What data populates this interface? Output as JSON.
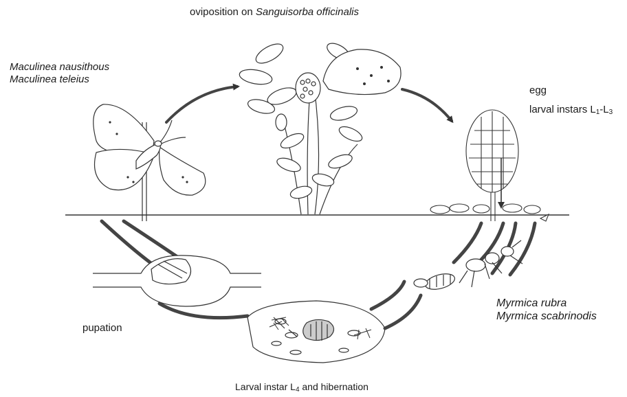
{
  "labels": {
    "top_prefix": "oviposition on ",
    "top_species": "Sanguisorba officinalis",
    "butterfly_species_1": "Maculinea nausithous",
    "butterfly_species_2": "Maculinea teleius",
    "egg": "egg",
    "larval_instars_text": "larval instars L",
    "larval_instars_sub1": "1",
    "larval_instars_dash": "-L",
    "larval_instars_sub3": "3",
    "ant_species_1": "Myrmica rubra",
    "ant_species_2": "Myrmica scabrinodis",
    "pupation": "pupation",
    "hibernation_prefix": "Larval instar L",
    "hibernation_sub": "4",
    "hibernation_suffix": " and hibernation"
  }
}
